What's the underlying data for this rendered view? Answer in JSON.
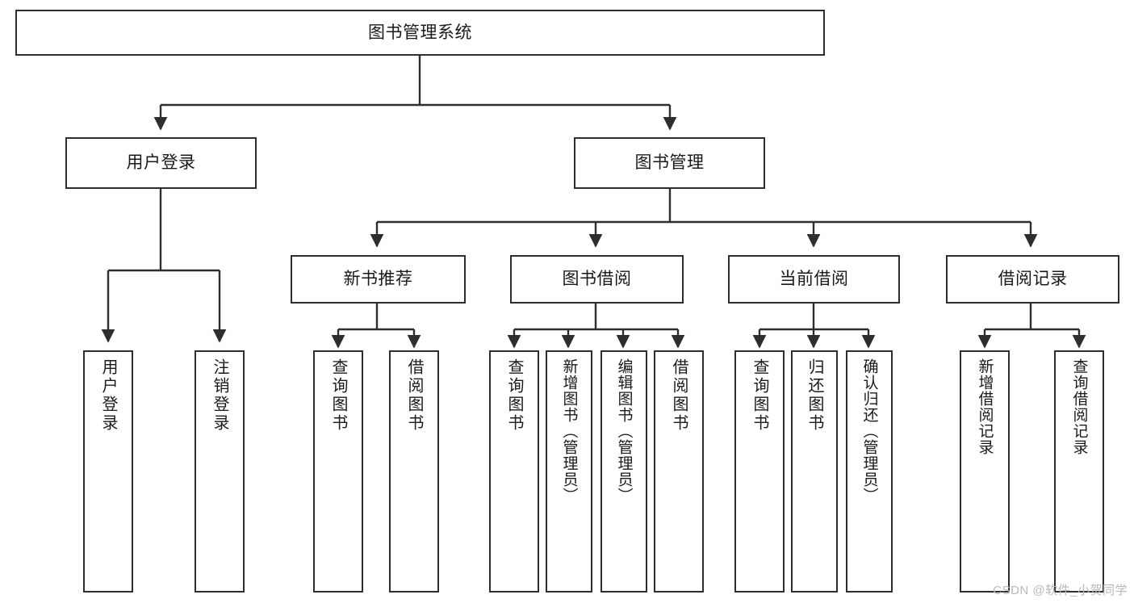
{
  "diagram": {
    "title": "图书管理系统",
    "type": "tree-hierarchy-chart",
    "watermark": "CSDN @软件_小贺同学",
    "colors": {
      "box_border": "#2e2e2e",
      "box_fill": "#ffffff",
      "connector": "#2e2e2e",
      "text": "#1a1a1a",
      "watermark": "#b9b9b9",
      "background": "#ffffff"
    }
  },
  "nodes": {
    "root": {
      "label": "图书管理系统"
    },
    "level2": [
      {
        "label": "用户登录"
      },
      {
        "label": "图书管理"
      }
    ],
    "level3": [
      {
        "label": "新书推荐"
      },
      {
        "label": "图书借阅"
      },
      {
        "label": "当前借阅"
      },
      {
        "label": "借阅记录"
      }
    ],
    "leaves": {
      "user_login": [
        {
          "label": "用户登录"
        },
        {
          "label": "注销登录"
        }
      ],
      "new_book_recommend": [
        {
          "label": "查询图书"
        },
        {
          "label": "借阅图书"
        }
      ],
      "book_borrow": [
        {
          "label": "查询图书"
        },
        {
          "label": "新增图书（管理员）"
        },
        {
          "label": "编辑图书（管理员）"
        },
        {
          "label": "借阅图书"
        }
      ],
      "current_borrow": [
        {
          "label": "查询图书"
        },
        {
          "label": "归还图书"
        },
        {
          "label": "确认归还（管理员）"
        }
      ],
      "borrow_record": [
        {
          "label": "新增借阅记录"
        },
        {
          "label": "查询借阅记录"
        }
      ]
    }
  }
}
